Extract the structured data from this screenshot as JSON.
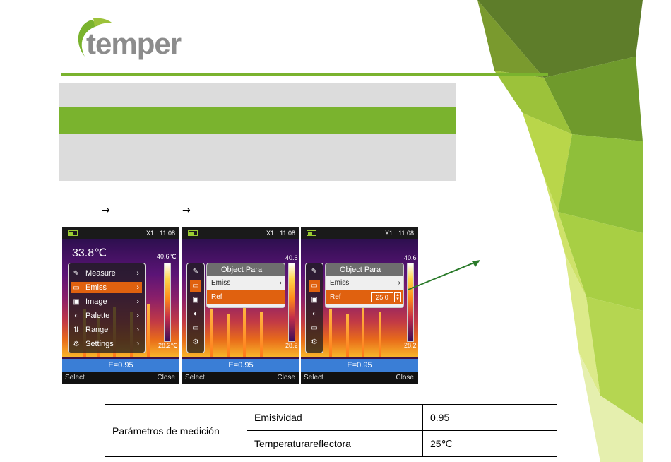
{
  "logo": {
    "text": "temper"
  },
  "steps": {
    "arrow1": "→",
    "arrow2": "→"
  },
  "screens": [
    {
      "topbar": {
        "zoom": "X1",
        "time": "11:08"
      },
      "big_temp": "33.8℃",
      "scale_max": "40.6℃",
      "scale_min": "28.2℃",
      "menu": [
        {
          "label": "Measure",
          "icon": "measure-icon",
          "selected": false
        },
        {
          "label": "Emiss",
          "icon": "emiss-icon",
          "selected": true
        },
        {
          "label": "Image",
          "icon": "image-icon",
          "selected": false
        },
        {
          "label": "Palette",
          "icon": "palette-icon",
          "selected": false
        },
        {
          "label": "Range",
          "icon": "range-icon",
          "selected": false
        },
        {
          "label": "Settings",
          "icon": "settings-icon",
          "selected": false
        }
      ],
      "emissivity": "E=0.95",
      "left_softkey": "Select",
      "right_softkey": "Close"
    },
    {
      "topbar": {
        "zoom": "X1",
        "time": "11:08"
      },
      "scale_max": "40.6",
      "scale_min": "28.2",
      "panel_title": "Object Para",
      "row1": "Emiss",
      "row2": "Ref",
      "emissivity": "E=0.95",
      "left_softkey": "Select",
      "right_softkey": "Close"
    },
    {
      "topbar": {
        "zoom": "X1",
        "time": "11:08"
      },
      "scale_max": "40.6",
      "scale_min": "28.2",
      "panel_title": "Object Para",
      "row1": "Emiss",
      "row2": "Ref",
      "ref_value": "25.0",
      "emissivity": "E=0.95",
      "left_softkey": "Select",
      "right_softkey": "Close"
    }
  ],
  "table": {
    "group_label": "Parámetros de medición",
    "rows": [
      {
        "param": "Emisividad",
        "value": "0.95"
      },
      {
        "param": "Temperaturareflectora",
        "value": "25℃"
      }
    ]
  },
  "colors": {
    "accent": "#7ab32e",
    "band_gray": "#dcdcdc",
    "menu_select": "#e0610f",
    "ebar": "#3a7ed6"
  }
}
